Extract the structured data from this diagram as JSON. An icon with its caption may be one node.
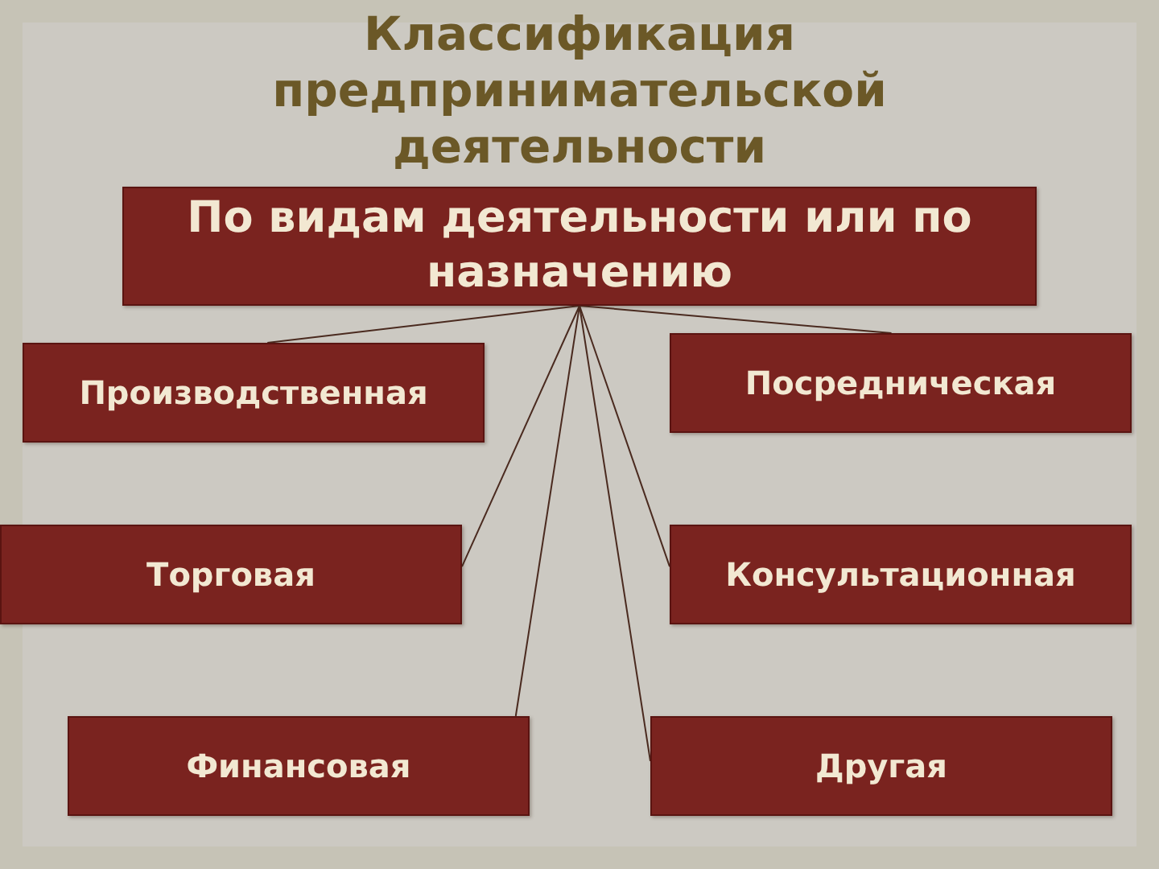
{
  "diagram": {
    "title": "Классификация предпринимательской деятельности",
    "nodes": [
      {
        "text": [
          "По видам деятельности или по назначению"
        ]
      },
      {
        "text": [
          "Производственная"
        ]
      },
      {
        "text": [
          "Посредническая"
        ]
      },
      {
        "text": [
          "Торговая"
        ]
      },
      {
        "text": [
          "Консультационная"
        ]
      },
      {
        "text": [
          "Финансовая"
        ]
      },
      {
        "text": [
          "Другая"
        ]
      }
    ],
    "edges": [
      {
        "from": 0,
        "to": 1,
        "arrow": "none"
      },
      {
        "from": 0,
        "to": 2,
        "arrow": "none"
      },
      {
        "from": 0,
        "to": 3,
        "arrow": "none"
      },
      {
        "from": 0,
        "to": 4,
        "arrow": "none"
      },
      {
        "from": 0,
        "to": 5,
        "arrow": "none"
      },
      {
        "from": 0,
        "to": 6,
        "arrow": "none"
      }
    ]
  }
}
